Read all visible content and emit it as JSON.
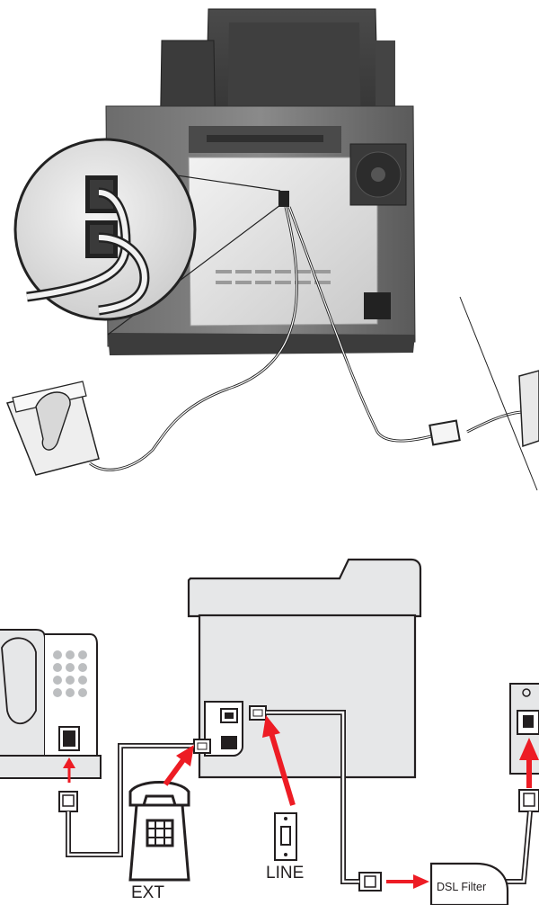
{
  "labels": {
    "line": "LINE",
    "ext": "EXT",
    "dsl_filter": "DSL Filter"
  }
}
